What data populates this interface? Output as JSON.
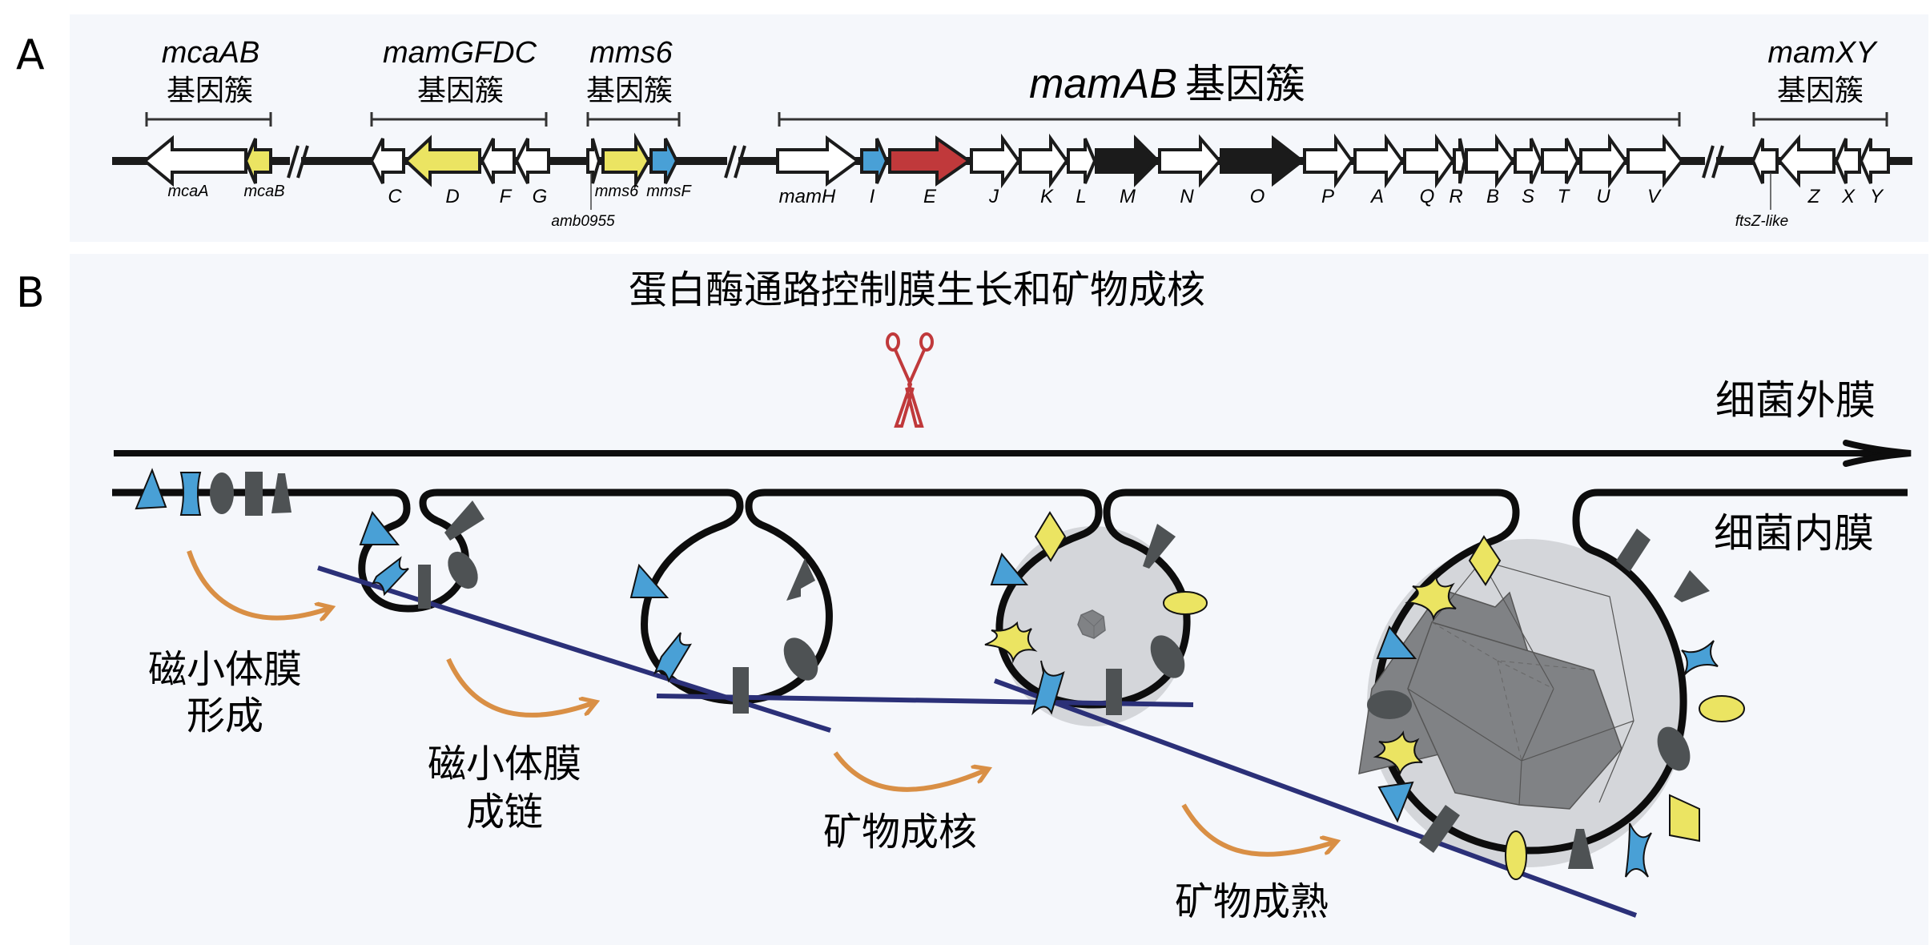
{
  "panels": {
    "a_label": "A",
    "b_label": "B"
  },
  "colors": {
    "panel_bg": "#f5f7fb",
    "yellow": "#ebe462",
    "blue": "#49a0d6",
    "red": "#c0393b",
    "black": "#1b1b1b",
    "dark_gray": "#4e5254",
    "orange": "#d98f45",
    "navy": "#2b3078",
    "vesicle_fill": "#d4d6da",
    "crystal": "#808285",
    "scissors": "#c0393b"
  },
  "panel_a": {
    "clusters": [
      {
        "name_italic": "mcaAB",
        "name_cn": "基因簇"
      },
      {
        "name_italic": "mamGFDC",
        "name_cn": "基因簇"
      },
      {
        "name_italic": "mms6",
        "name_cn": "基因簇"
      },
      {
        "name_italic": "mamAB",
        "name_cn": "基因簇"
      },
      {
        "name_italic": "mamXY",
        "name_cn": "基因簇"
      }
    ],
    "genes": [
      {
        "label": "mcaA",
        "dir": "left",
        "color": "white"
      },
      {
        "label": "mcaB",
        "dir": "left",
        "color": "yellow"
      },
      {
        "label": "C",
        "dir": "left",
        "color": "white"
      },
      {
        "label": "D",
        "dir": "left",
        "color": "yellow"
      },
      {
        "label": "F",
        "dir": "left",
        "color": "white"
      },
      {
        "label": "G",
        "dir": "left",
        "color": "white"
      },
      {
        "label": "amb0955",
        "dir": "right",
        "color": "white"
      },
      {
        "label": "mms6",
        "dir": "right",
        "color": "yellow"
      },
      {
        "label": "mmsF",
        "dir": "right",
        "color": "blue"
      },
      {
        "label": "mamH",
        "dir": "right",
        "color": "white"
      },
      {
        "label": "I",
        "dir": "right",
        "color": "blue"
      },
      {
        "label": "E",
        "dir": "right",
        "color": "red"
      },
      {
        "label": "J",
        "dir": "right",
        "color": "white"
      },
      {
        "label": "K",
        "dir": "right",
        "color": "white"
      },
      {
        "label": "L",
        "dir": "right",
        "color": "white"
      },
      {
        "label": "M",
        "dir": "right",
        "color": "black"
      },
      {
        "label": "N",
        "dir": "right",
        "color": "white"
      },
      {
        "label": "O",
        "dir": "right",
        "color": "black"
      },
      {
        "label": "P",
        "dir": "right",
        "color": "white"
      },
      {
        "label": "A",
        "dir": "right",
        "color": "white"
      },
      {
        "label": "Q",
        "dir": "right",
        "color": "white"
      },
      {
        "label": "R",
        "dir": "right",
        "color": "white"
      },
      {
        "label": "B",
        "dir": "right",
        "color": "white"
      },
      {
        "label": "S",
        "dir": "right",
        "color": "white"
      },
      {
        "label": "T",
        "dir": "right",
        "color": "white"
      },
      {
        "label": "U",
        "dir": "right",
        "color": "white"
      },
      {
        "label": "V",
        "dir": "right",
        "color": "white"
      },
      {
        "label": "ftsZ-like",
        "dir": "left",
        "color": "white"
      },
      {
        "label": "Z",
        "dir": "left",
        "color": "white"
      },
      {
        "label": "X",
        "dir": "left",
        "color": "white"
      },
      {
        "label": "Y",
        "dir": "left",
        "color": "white"
      }
    ]
  },
  "panel_b": {
    "title": "蛋白酶通路控制膜生长和矿物成核",
    "outer_membrane": "细菌外膜",
    "inner_membrane": "细菌内膜",
    "steps": [
      {
        "line1": "磁小体膜",
        "line2": "形成"
      },
      {
        "line1": "磁小体膜",
        "line2": "成链"
      },
      {
        "line1": "矿物成核",
        "line2": ""
      },
      {
        "line1": "矿物成熟",
        "line2": ""
      }
    ]
  }
}
